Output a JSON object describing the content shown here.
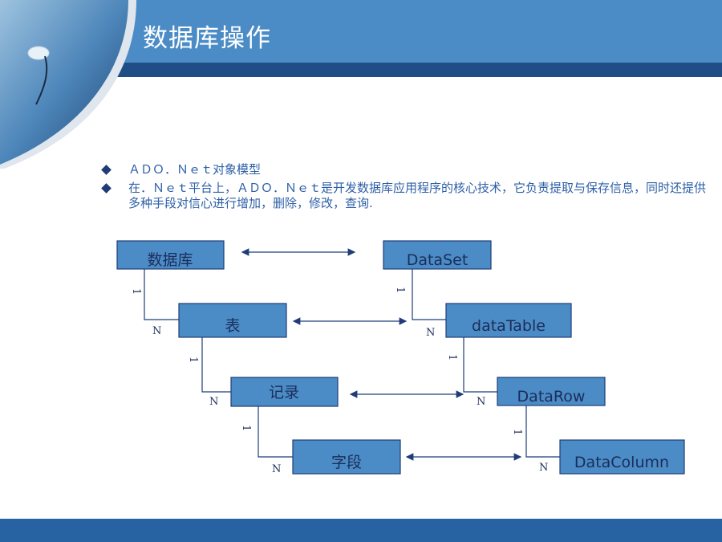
{
  "slide": {
    "title": "数据库操作",
    "bullets": [
      "ＡＤＯ．Ｎｅｔ对象模型",
      "在．Ｎｅｔ平台上，ＡＤＯ．Ｎｅｔ是开发数据库应用程序的核心技术，它负责提取与保存信息，同时还提供多种手段对信心进行增加，删除，修改，查询."
    ]
  },
  "diagram": {
    "left_nodes": [
      "数据库",
      "表",
      "记录",
      "字段"
    ],
    "right_nodes": [
      "DataSet",
      "dataTable",
      "DataRow",
      "DataColumn"
    ],
    "cardinality": {
      "one": "1",
      "many": "N"
    },
    "colors": {
      "title_band": "#4b8cc6",
      "title_stripe": "#1f4e86",
      "node_fill": "#4b8cc6",
      "node_border": "#1f3c78",
      "bullet_text": "#2d5fa6",
      "node_text": "#1b2d5a"
    }
  }
}
